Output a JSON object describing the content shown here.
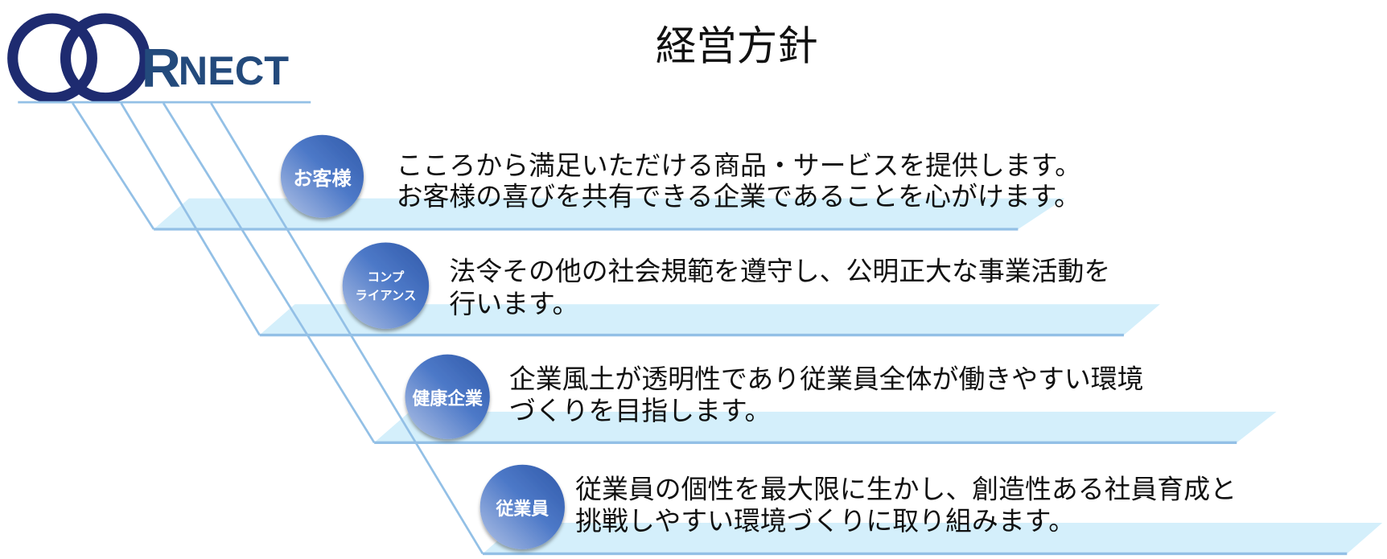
{
  "logo": {
    "text": "CORNECT",
    "letters_r": "R",
    "letters_rest": "NECT"
  },
  "title": "経営方針",
  "colors": {
    "navy": "#1e2b70",
    "logo_text": "#234a7c",
    "line": "#93c0e6",
    "band": "#d4effb",
    "badge_dark": "#3b66b8",
    "badge_light": "#a4b8e0"
  },
  "policies": [
    {
      "badge": "お客様",
      "lines": [
        "こころから満足いただける商品・サービスを提供します。",
        "お客様の喜びを共有できる企業であることを心がけます。"
      ]
    },
    {
      "badge_lines": [
        "コンプ",
        "ライアンス"
      ],
      "lines": [
        "法令その他の社会規範を遵守し、公明正大な事業活動を",
        "行います。"
      ]
    },
    {
      "badge": "健康企業",
      "lines": [
        "企業風土が透明性であり従業員全体が働きやすい環境",
        "づくりを目指します。"
      ]
    },
    {
      "badge": "従業員",
      "lines": [
        "従業員の個性を最大限に生かし、創造性ある社員育成と",
        "挑戦しやすい環境づくりに取り組みます。"
      ]
    }
  ]
}
